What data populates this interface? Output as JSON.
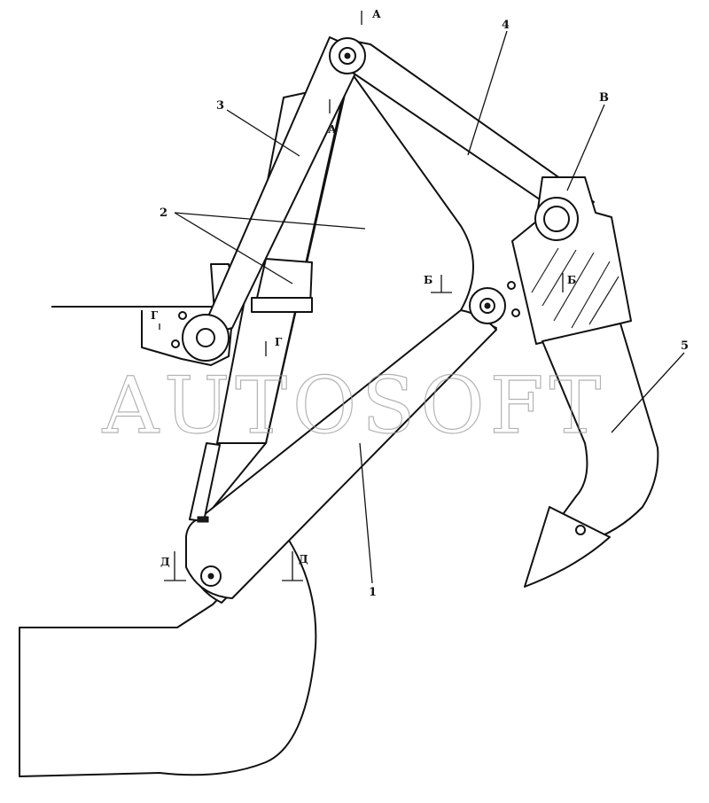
{
  "watermark": "AUTOSOFT",
  "callouts": {
    "c1": "1",
    "c2": "2",
    "c3": "3",
    "c4": "4",
    "c5": "5",
    "cV": "В"
  },
  "section_marks": {
    "a_top": "А",
    "a_mid": "А",
    "b_left": "Б",
    "b_right": "Б",
    "g_left": "Г",
    "g_mid": "Г",
    "d_left": "Д",
    "d_right": "Д"
  }
}
